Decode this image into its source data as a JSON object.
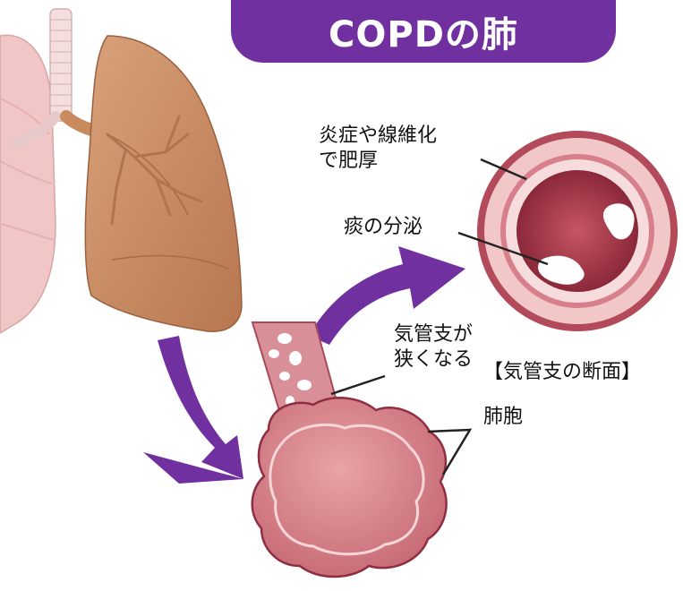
{
  "title": "COPDの肺",
  "labels": {
    "thickening": [
      "炎症や線維化",
      "で肥厚"
    ],
    "sputum": "痰の分泌",
    "narrowing": [
      "気管支が",
      "狭くなる"
    ],
    "cross_section": "【気管支の断面】",
    "alveoli": "肺胞"
  },
  "colors": {
    "title_bg": "#7030a0",
    "arrow": "#7030a0",
    "lung_brown": "#c98a5e",
    "lung_pink": "#f2c4c4",
    "alveoli": "#c9727b",
    "airway_wall": "#b24a5a"
  }
}
